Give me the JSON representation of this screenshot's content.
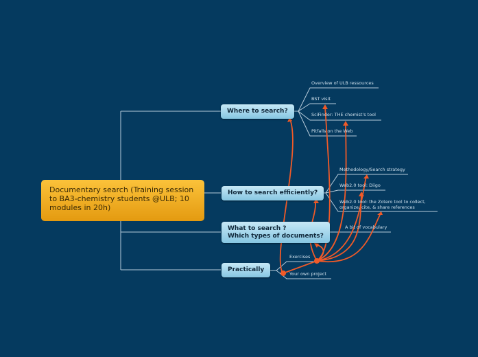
{
  "central": {
    "label": "Documentary search  (Training session to BA3-chemistry students @ULB; 10 modules in 20h)"
  },
  "branches": [
    {
      "label": "Where to search?",
      "children": [
        "Overview of ULB ressources",
        "BST visit",
        "SciFinder: THE chemist's tool",
        "Pitfalls on the Web"
      ]
    },
    {
      "label": "How to search efficiently?",
      "children": [
        "Methodology/Search strategy",
        "Web2.0 tool: Diigo",
        "Web2.0 tool: the Zotero tool to collect, organize, cite, & share references"
      ]
    },
    {
      "label": "What to search ?\nWhich types of documents?",
      "children": [
        "A bit of vocabulary"
      ]
    },
    {
      "label": "Practically",
      "children": [
        "Exercises",
        "Your own project"
      ]
    }
  ],
  "colors": {
    "background": "#053a5f",
    "central": "#f5b025",
    "branch": "#a8d8ee",
    "relationship": "#f05a28",
    "line": "#9fb8cc"
  }
}
